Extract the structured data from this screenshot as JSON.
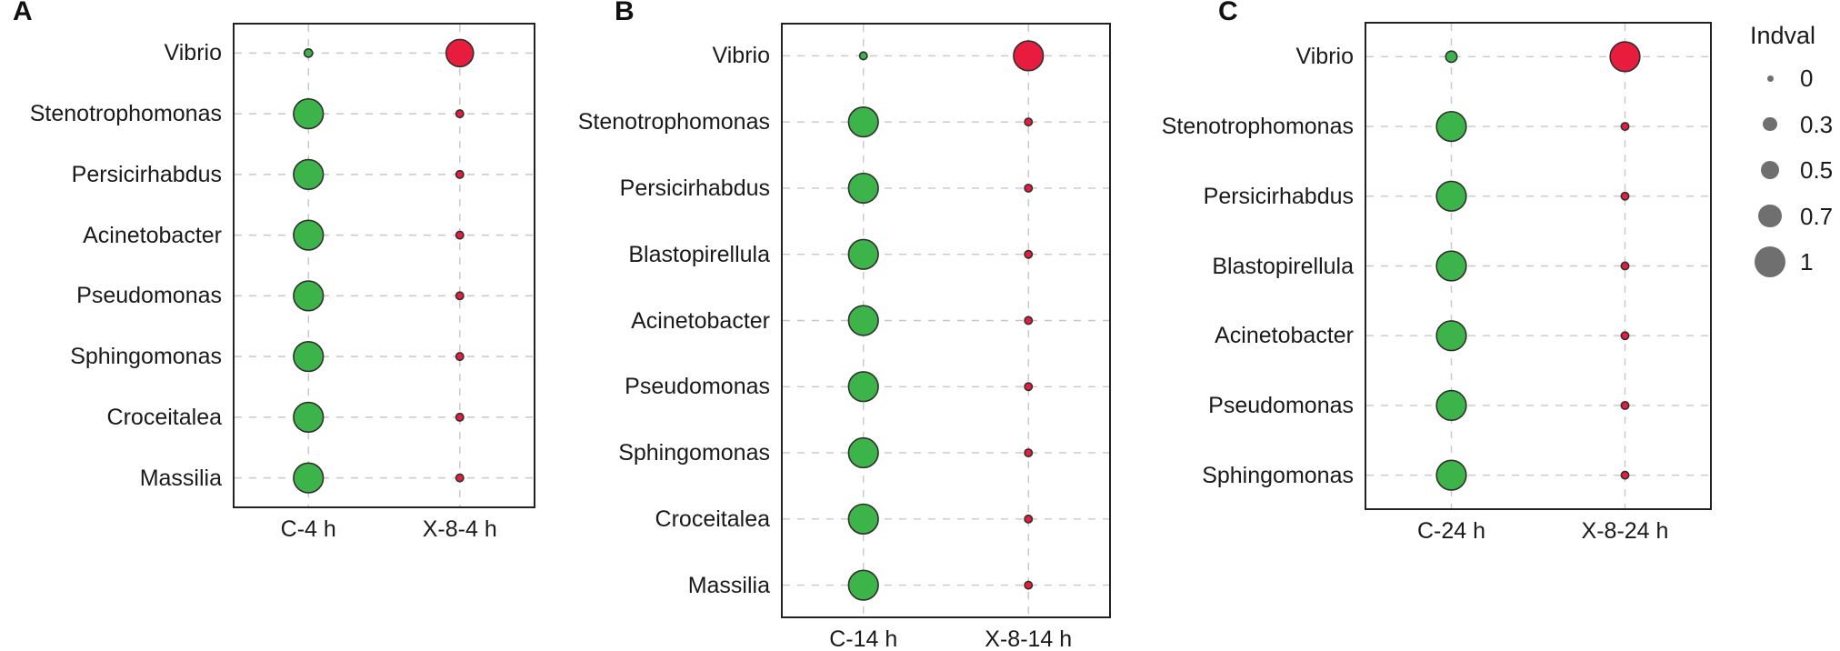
{
  "figure": {
    "colors": {
      "green": "#3CB44A",
      "red": "#E81C3C",
      "bubble_stroke": "#2F2F2F",
      "grid": "#C8C8C8",
      "frame": "#222222",
      "text": "#1A1A1A",
      "legend_dot": "#6F6F6F"
    },
    "legend": {
      "title": "Indval",
      "entries": [
        {
          "label": "0",
          "value": 0
        },
        {
          "label": "0.3",
          "value": 0.3
        },
        {
          "label": "0.5",
          "value": 0.5
        },
        {
          "label": "0.7",
          "value": 0.7
        },
        {
          "label": "1",
          "value": 1
        }
      ]
    }
  },
  "chart_data": [
    {
      "panel_label": "A",
      "type": "bubble",
      "x_categories": [
        "C-4 h",
        "X-8-4 h"
      ],
      "y_categories": [
        "Vibrio",
        "Stenotrophomonas",
        "Persicirhabdus",
        "Acinetobacter",
        "Pseudomonas",
        "Sphingomonas",
        "Croceitalea",
        "Massilia"
      ],
      "series": [
        {
          "name": "C-4 h",
          "color_key": "green",
          "indval": [
            0.08,
            0.95,
            0.95,
            0.95,
            0.95,
            0.95,
            0.95,
            0.95
          ]
        },
        {
          "name": "X-8-4 h",
          "color_key": "red",
          "indval": [
            0.85,
            0.05,
            0.05,
            0.05,
            0.05,
            0.05,
            0.05,
            0.05
          ]
        }
      ],
      "size_legend_title": "Indval",
      "grid": "dashed",
      "value_range": [
        0,
        1
      ]
    },
    {
      "panel_label": "B",
      "type": "bubble",
      "x_categories": [
        "C-14 h",
        "X-8-14 h"
      ],
      "y_categories": [
        "Vibrio",
        "Stenotrophomonas",
        "Persicirhabdus",
        "Blastopirellula",
        "Acinetobacter",
        "Pseudomonas",
        "Sphingomonas",
        "Croceitalea",
        "Massilia"
      ],
      "series": [
        {
          "name": "C-14 h",
          "color_key": "green",
          "indval": [
            0.05,
            0.95,
            0.95,
            0.95,
            0.95,
            0.95,
            0.95,
            0.95,
            0.95
          ]
        },
        {
          "name": "X-8-14 h",
          "color_key": "red",
          "indval": [
            0.95,
            0.05,
            0.05,
            0.05,
            0.05,
            0.05,
            0.05,
            0.05,
            0.05
          ]
        }
      ],
      "size_legend_title": "Indval",
      "grid": "dashed",
      "value_range": [
        0,
        1
      ]
    },
    {
      "panel_label": "C",
      "type": "bubble",
      "x_categories": [
        "C-24 h",
        "X-8-24 h"
      ],
      "y_categories": [
        "Vibrio",
        "Stenotrophomonas",
        "Persicirhabdus",
        "Blastopirellula",
        "Acinetobacter",
        "Pseudomonas",
        "Sphingomonas"
      ],
      "series": [
        {
          "name": "C-24 h",
          "color_key": "green",
          "indval": [
            0.2,
            0.95,
            0.95,
            0.95,
            0.95,
            0.95,
            0.95
          ]
        },
        {
          "name": "X-8-24 h",
          "color_key": "red",
          "indval": [
            0.95,
            0.05,
            0.05,
            0.05,
            0.05,
            0.05,
            0.05
          ]
        }
      ],
      "size_legend_title": "Indval",
      "grid": "dashed",
      "value_range": [
        0,
        1
      ]
    }
  ]
}
